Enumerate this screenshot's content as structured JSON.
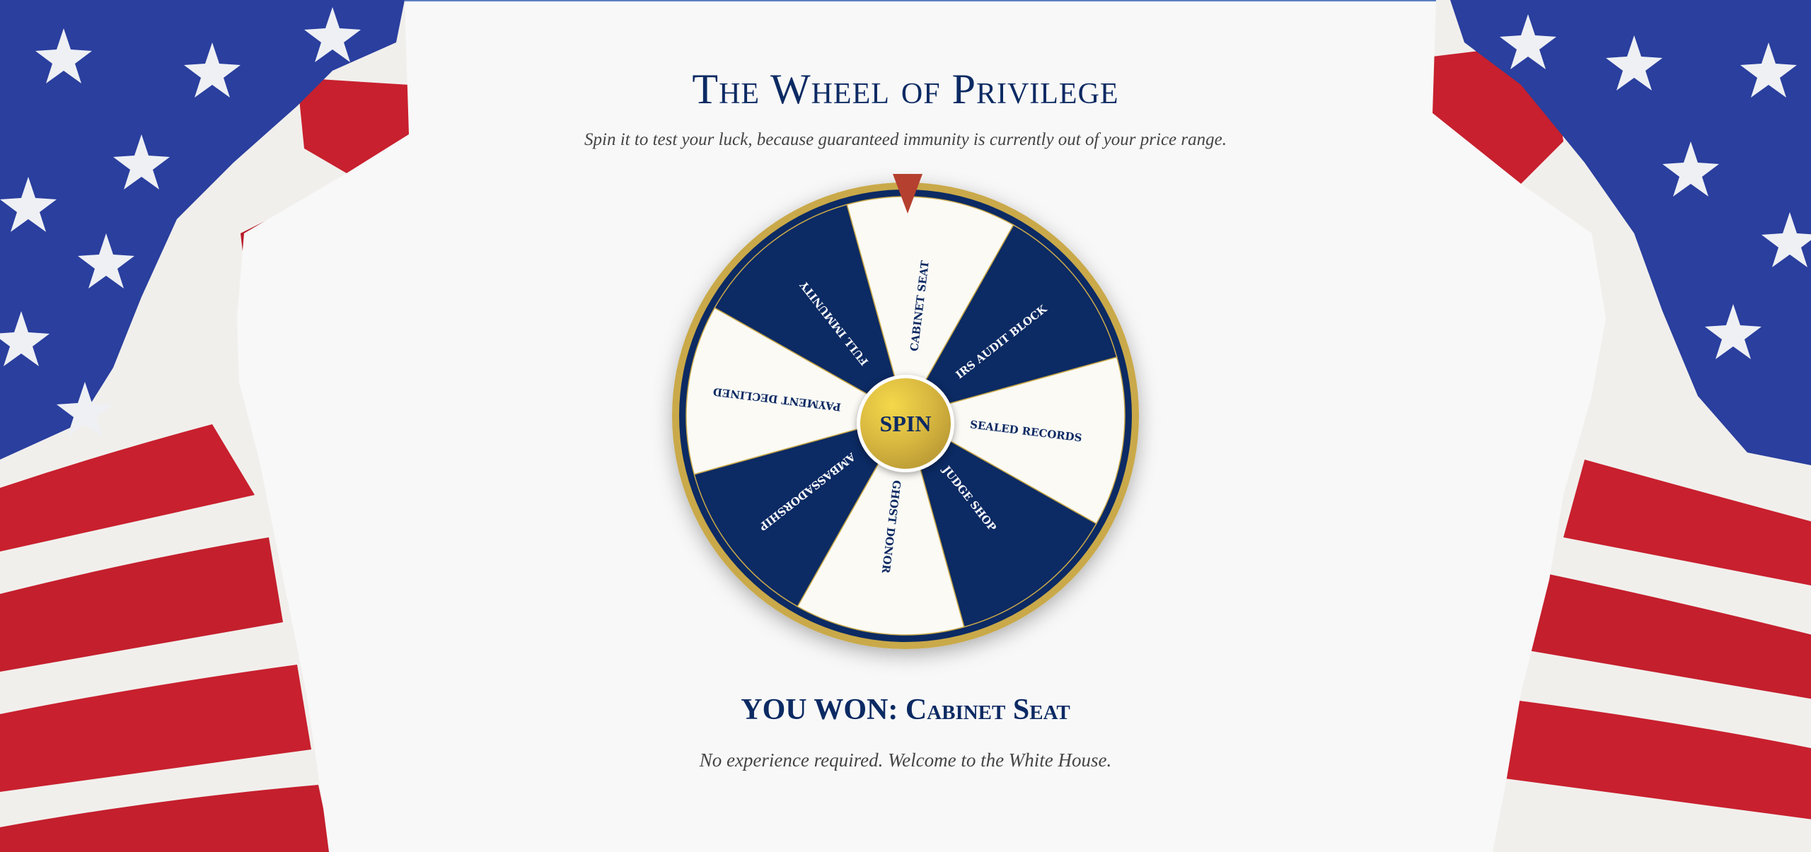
{
  "header": {
    "title": "The Wheel of Privilege",
    "subtitle": "Spin it to test your luck, because guaranteed immunity is currently out of your price range."
  },
  "wheel": {
    "spin_label": "SPIN",
    "segments": [
      {
        "label": "CABINET SEAT",
        "color": "#fbfaf5",
        "text_color": "#0c2a63"
      },
      {
        "label": "IRS AUDIT BLOCK",
        "color": "#0c2a63",
        "text_color": "#ffffff"
      },
      {
        "label": "SEALED RECORDS",
        "color": "#fbfaf5",
        "text_color": "#0c2a63"
      },
      {
        "label": "JUDGE SHOP",
        "color": "#0c2a63",
        "text_color": "#ffffff"
      },
      {
        "label": "GHOST DONOR",
        "color": "#fbfaf5",
        "text_color": "#0c2a63"
      },
      {
        "label": "AMBASSADORSHIP",
        "color": "#0c2a63",
        "text_color": "#ffffff"
      },
      {
        "label": "PAYMENT DECLINED",
        "color": "#fbfaf5",
        "text_color": "#0c2a63"
      },
      {
        "label": "FULL IMMUNITY",
        "color": "#0c2a63",
        "text_color": "#ffffff"
      }
    ],
    "rim_color": "#c9a94a",
    "pointer_color": "#b5402f"
  },
  "result": {
    "title": "YOU WON: Cabinet Seat",
    "message": "No experience required. Welcome to the White House."
  }
}
